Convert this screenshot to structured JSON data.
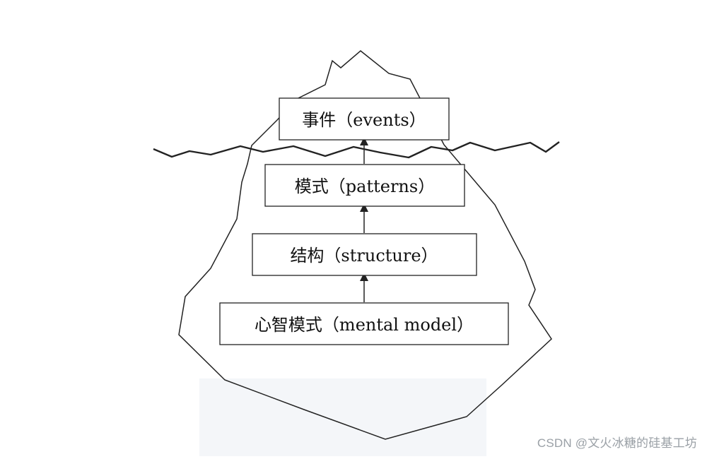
{
  "diagram": {
    "layers": [
      {
        "id": "events",
        "label": "事件（events）"
      },
      {
        "id": "patterns",
        "label": "模式（patterns）"
      },
      {
        "id": "structure",
        "label": "结构（structure）"
      },
      {
        "id": "mental-model",
        "label": "心智模式（mental model）"
      }
    ]
  },
  "watermark": {
    "text": "CSDN @文火冰糖的硅基工坊"
  },
  "colors": {
    "stroke": "#222222",
    "waterline": "#222222",
    "underwater_tint": "#f4f6f9",
    "watermark": "#9aa0a6"
  }
}
